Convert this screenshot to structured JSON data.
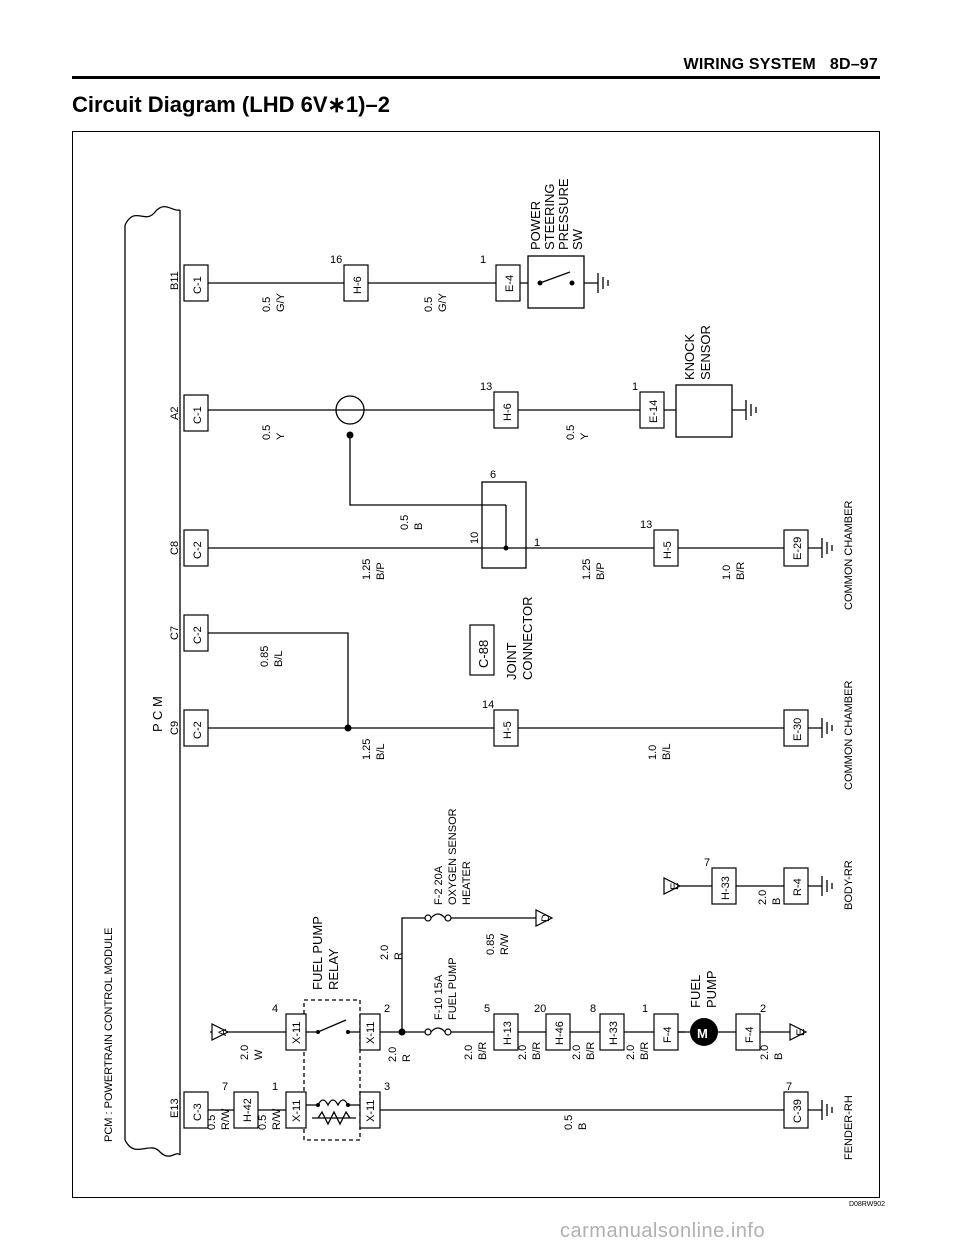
{
  "header": {
    "section": "WIRING SYSTEM",
    "page": "8D–97"
  },
  "title": "Circuit Diagram (LHD 6V∗1)–2",
  "footer": {
    "code": "D08RW902",
    "watermark": "carmanualsonline.info"
  },
  "pcm": {
    "label": "P C M",
    "full": "PCM : POWERTRAIN CONTROL MODULE"
  },
  "pins": [
    {
      "id": "E13",
      "conn": "C-3"
    },
    {
      "id": "C9",
      "conn": "C-2"
    },
    {
      "id": "C7",
      "conn": "C-2"
    },
    {
      "id": "C8",
      "conn": "C-2"
    },
    {
      "id": "A2",
      "conn": "C-1"
    },
    {
      "id": "B11",
      "conn": "C-1"
    }
  ],
  "connectors": {
    "h42": "H-42",
    "x11a": "X-11",
    "x11b": "X-11",
    "x11c": "X-11",
    "x11d": "X-11",
    "h13": "H-13",
    "h46": "H-46",
    "h33a": "H-33",
    "f4a": "F-4",
    "f4b": "F-4",
    "c39": "C-39",
    "h33b": "H-33",
    "r4": "R-4",
    "h5a": "H-5",
    "e30": "E-30",
    "c88": "C-88",
    "h5b": "H-5",
    "e29": "E-29",
    "h6a": "H-6",
    "e14": "E-14",
    "h6b": "H-6",
    "e4": "E-4"
  },
  "pin_numbers": {
    "h42": "7",
    "x11a": "1",
    "x11b": "4",
    "x11c": "3",
    "x11d": "2",
    "h13": "5",
    "h46": "20",
    "h33a": "8",
    "f4a": "1",
    "f4b": "2",
    "c39": "7",
    "h33b": "7",
    "h5a": "14",
    "jc10": "10",
    "jc6": "6",
    "jc1": "1",
    "h5b": "13",
    "h6a": "13",
    "e14": "1",
    "h6b": "16",
    "e4": "1"
  },
  "wires": {
    "w1": [
      "0.5",
      "R/W"
    ],
    "w2": [
      "0.5",
      "R/W"
    ],
    "w3": [
      "2.0",
      "W"
    ],
    "w4": [
      "0.5",
      "B"
    ],
    "w5": [
      "2.0",
      "R"
    ],
    "w6": [
      "2.0",
      "R"
    ],
    "w7": [
      "0.85",
      "R/W"
    ],
    "w8": [
      "2.0",
      "B/R"
    ],
    "w9": [
      "2.0",
      "B/R"
    ],
    "w10": [
      "2.0",
      "B/R"
    ],
    "w11": [
      "2.0",
      "B/R"
    ],
    "w12": [
      "2.0",
      "B"
    ],
    "w13": [
      "2.0",
      "B"
    ],
    "w14": [
      "1.25",
      "B/L"
    ],
    "w15": [
      "1.0",
      "B/L"
    ],
    "w16": [
      "0.85",
      "B/L"
    ],
    "w17": [
      "1.25",
      "B/P"
    ],
    "w18": [
      "1.25",
      "B/P"
    ],
    "w19": [
      "1.0",
      "B/R"
    ],
    "w20": [
      "0.5",
      "B"
    ],
    "w21": [
      "0.5",
      "Y"
    ],
    "w22": [
      "0.5",
      "Y"
    ],
    "w23": [
      "0.5",
      "G/Y"
    ],
    "w24": [
      "0.5",
      "G/Y"
    ]
  },
  "components": {
    "relay": [
      "FUEL PUMP",
      "RELAY"
    ],
    "fuse1": [
      "F-10 15A",
      "FUEL PUMP"
    ],
    "fuse2": [
      "F-2 20A",
      "OXYGEN SENSOR",
      "HEATER"
    ],
    "pump": [
      "FUEL",
      "PUMP"
    ],
    "motor": "M",
    "joint": [
      "JOINT",
      "CONNECTOR"
    ],
    "knock": [
      "KNOCK",
      "SENSOR"
    ],
    "ps": [
      "POWER",
      "STEERING",
      "PRESSURE",
      "SW"
    ]
  },
  "refs": {
    "a": "A",
    "d": "D",
    "e1": "E",
    "e2": "E"
  },
  "grounds": {
    "fender": "FENDER-RH",
    "body": "BODY-RR",
    "cc1": "COMMON CHAMBER",
    "cc2": "COMMON CHAMBER"
  }
}
